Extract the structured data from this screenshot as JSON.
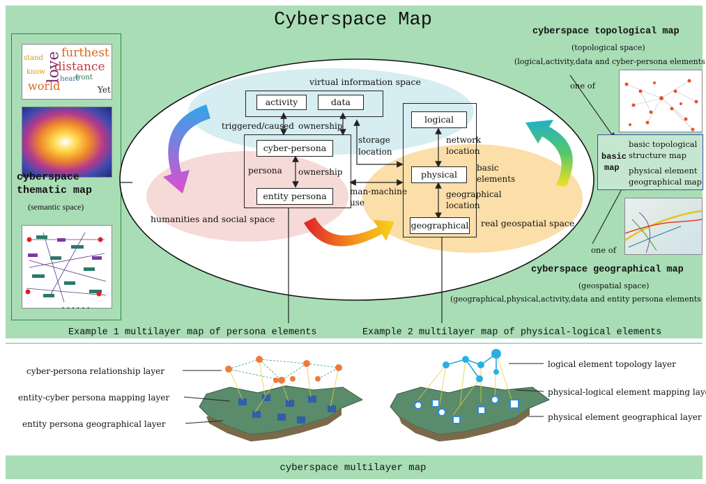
{
  "title": "Cyberspace Map",
  "thematic": {
    "title_line1": "cyberspace",
    "title_line2": "thematic map",
    "subtitle": "(semantic space)",
    "ellipsis": "......",
    "wordcloud": [
      "love",
      "distance",
      "furthest",
      "world",
      "heart",
      "Yet",
      "front",
      "know",
      "stand"
    ]
  },
  "topological": {
    "title": "cyberspace topological map",
    "subtitle": "(topological space)",
    "elements": "(logical,activity,data and cyber-persona elements",
    "one_of": "one of"
  },
  "geographical": {
    "title": "cyberspace geographical map",
    "subtitle": "(geospatial space)",
    "elements": "(geographical,physical,activity,data and entity persona elements",
    "one_of": "one of"
  },
  "basic_map": {
    "label_line1": "basic",
    "label_line2": "map",
    "item1_line1": "basic topological",
    "item1_line2": "structure map",
    "item2_line1": "physical element",
    "item2_line2": "geographical map"
  },
  "ellipse": {
    "virtual_space": "virtual information space",
    "humanities_space": "humanities and social space",
    "real_space": "real geospatial space",
    "boxes": {
      "activity": "activity",
      "data": "data",
      "cyber_persona": "cyber-persona",
      "entity_persona": "entity persona",
      "logical": "logical",
      "physical": "physical",
      "geographical": "geographical"
    },
    "labels": {
      "triggered": "triggered/caused",
      "ownership_top": "ownership",
      "persona": "persona",
      "ownership_mid": "ownership",
      "storage1": "storage",
      "storage2": "location",
      "man_machine1": "man-machine",
      "man_machine2": "use",
      "network1": "network",
      "network2": "location",
      "basic1": "basic",
      "basic2": "elements",
      "geo1": "geographical",
      "geo2": "location"
    }
  },
  "examples": {
    "example1": "Example 1 multilayer map of persona elements",
    "example2": "Example 2 multilayer map of physical-logical elements"
  },
  "layers_left": [
    "cyber-persona relationship layer",
    "entity-cyber persona mapping layer",
    "entity persona geographical layer"
  ],
  "layers_right": [
    "logical element topology layer",
    "physical-logical element mapping layer",
    "physical element geographical layer"
  ],
  "bottom_title": "cyberspace multilayer map",
  "colors": {
    "panel_green": "#a9ddb6",
    "virtual_blue": "#d4ecf0",
    "humanities_pink": "#f5d6d3",
    "real_orange": "#fbdca3",
    "frame_blue": "#3b4aa8"
  }
}
